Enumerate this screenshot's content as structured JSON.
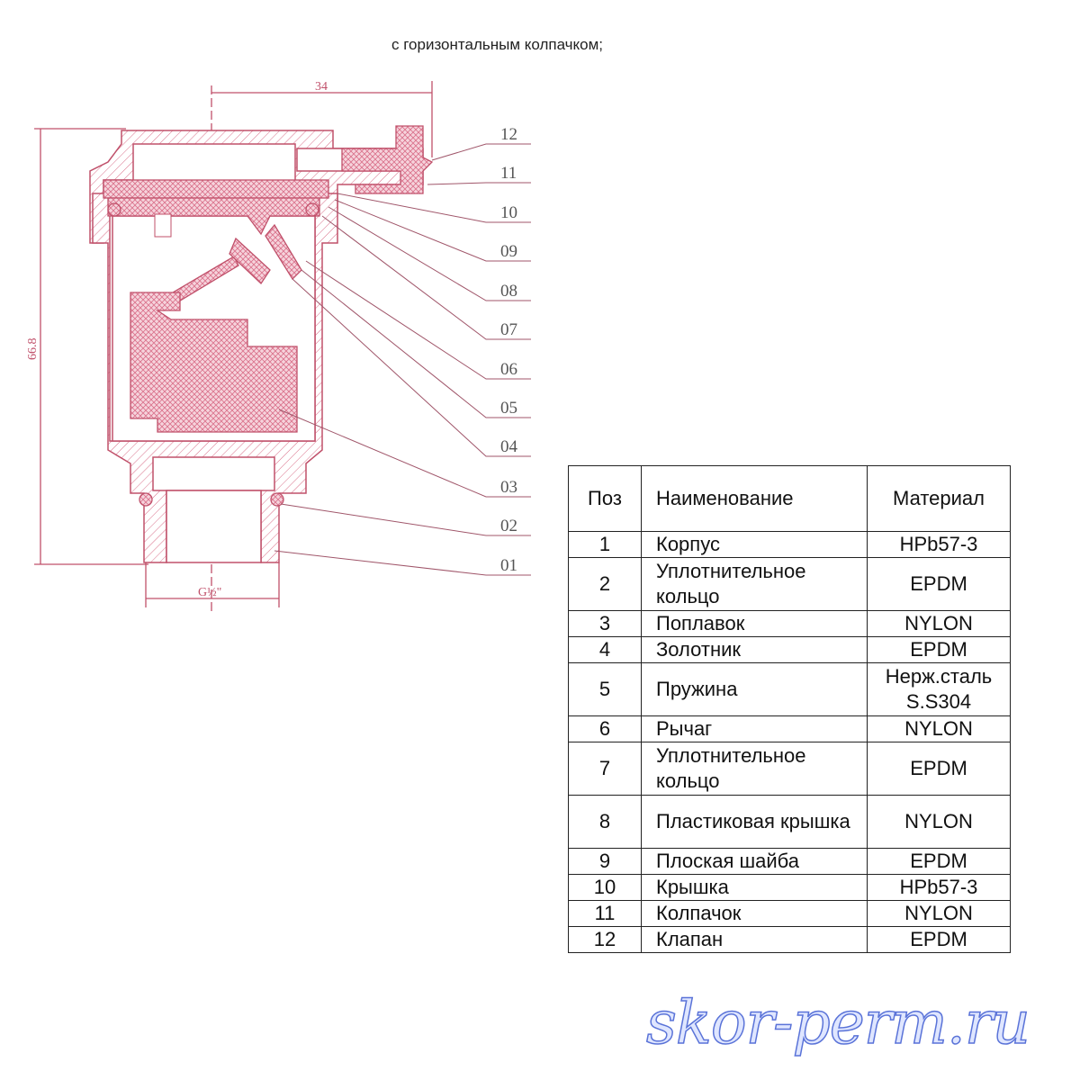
{
  "caption": "с горизонтальным колпачком;",
  "drawing": {
    "dimensions": {
      "width": "34",
      "height": "66.8",
      "thread": "G½\""
    },
    "callouts": [
      "12",
      "11",
      "10",
      "09",
      "08",
      "07",
      "06",
      "05",
      "04",
      "03",
      "02",
      "01"
    ],
    "colors": {
      "line": "#c0506a",
      "fill": "#f3c8d2",
      "hatch": "#d9708a"
    }
  },
  "table": {
    "headers": [
      "Поз",
      "Наименование",
      "Материал"
    ],
    "rows": [
      {
        "pos": "1",
        "name": "Корпус",
        "material": "HPb57-3"
      },
      {
        "pos": "2",
        "name": "Уплотнительное кольцо",
        "material": "EPDM"
      },
      {
        "pos": "3",
        "name": "Поплавок",
        "material": "NYLON"
      },
      {
        "pos": "4",
        "name": "Золотник",
        "material": "EPDM"
      },
      {
        "pos": "5",
        "name": "Пружина",
        "material": "Нерж.сталь S.S304"
      },
      {
        "pos": "6",
        "name": "Рычаг",
        "material": "NYLON"
      },
      {
        "pos": "7",
        "name": "Уплотнительное кольцо",
        "material": "EPDM"
      },
      {
        "pos": "8",
        "name": "Пластиковая крышка",
        "material": "NYLON"
      },
      {
        "pos": "9",
        "name": "Плоская шайба",
        "material": "EPDM"
      },
      {
        "pos": "10",
        "name": "Крышка",
        "material": "HPb57-3"
      },
      {
        "pos": "11",
        "name": "Колпачок",
        "material": "NYLON"
      },
      {
        "pos": "12",
        "name": "Клапан",
        "material": "EPDM"
      }
    ]
  },
  "watermark": "skor-perm.ru"
}
